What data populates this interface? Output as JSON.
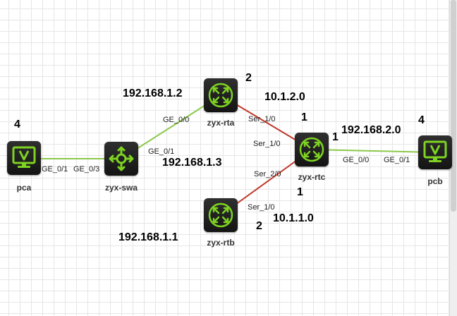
{
  "nodes": {
    "pca": {
      "label": "pca",
      "type": "pc"
    },
    "swa": {
      "label": "zyx-swa",
      "type": "switch"
    },
    "rta": {
      "label": "zyx-rta",
      "type": "router"
    },
    "rtb": {
      "label": "zyx-rtb",
      "type": "router"
    },
    "rtc": {
      "label": "zyx-rtc",
      "type": "router"
    },
    "pcb": {
      "label": "pcb",
      "type": "pc"
    }
  },
  "ports": {
    "pca_ge01": "GE_0/1",
    "swa_ge03": "GE_0/3",
    "swa_ge01": "GE_0/1",
    "rta_ge00": "GE_0/0",
    "rta_ser10": "Ser_1/0",
    "rtc_ser10": "Ser_1/0",
    "rtc_ser20": "Ser_2/0",
    "rtb_ser10": "Ser_1/0",
    "rtc_ge00": "GE_0/0",
    "pcb_ge01": "GE_0/1"
  },
  "annotations": {
    "ip_rta": "192.168.1.2",
    "ip_swa": "192.168.1.3",
    "ip_rtb": "192.168.1.1",
    "net_rta_rtc": "10.1.2.0",
    "net_rtb_rtc": "10.1.1.0",
    "net_rtc_pcb": "192.168.2.0",
    "num_pca": "4",
    "num_rta": "2",
    "num_rtc_top": "1",
    "num_rtc_right": "1",
    "num_rtc_bottom": "1",
    "num_rtb": "2",
    "num_pcb": "4"
  },
  "colors": {
    "ethernet_link": "#8cc84b",
    "serial_link": "#c0392b",
    "icon_green": "#7ed321",
    "node_bg": "#1f1f1f"
  },
  "icons": {
    "pc": "monitor-icon",
    "switch": "switch-arrows-icon",
    "router": "router-arrows-icon"
  }
}
